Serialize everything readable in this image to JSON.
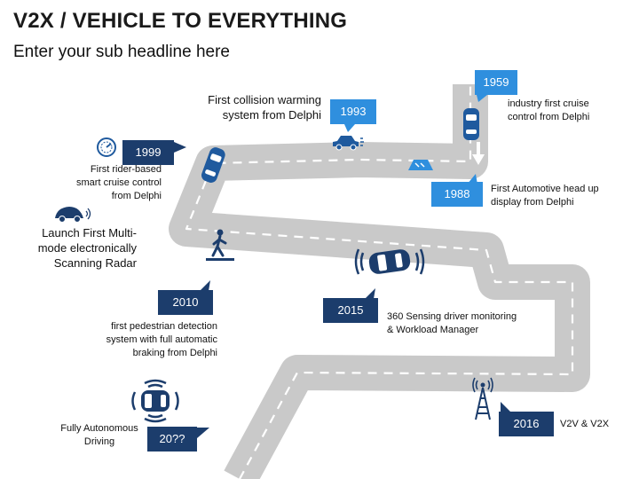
{
  "header": {
    "title": "V2X / VEHICLE TO EVERYTHING",
    "subtitle": "Enter your sub headline here"
  },
  "colors": {
    "road": "#c9c9c9",
    "dark_blue": "#1c3d6c",
    "light_blue": "#2f8fde",
    "icon_blue": "#1f5a9e"
  },
  "milestones": {
    "m1959": {
      "year": "1959",
      "caption": [
        "industry first cruise",
        "control from Delphi"
      ]
    },
    "m1993": {
      "year": "1993",
      "caption": [
        "First collision warming",
        "system from Delphi"
      ]
    },
    "m1999": {
      "year": "1999",
      "caption": [
        "First rider-based",
        "smart cruise control",
        "from Delphi"
      ]
    },
    "m1988": {
      "year": "1988",
      "caption": [
        "First Automotive head up",
        "display from Delphi"
      ]
    },
    "radar": {
      "caption": [
        "Launch First Multi-",
        "mode  electronically",
        "Scanning Radar"
      ]
    },
    "m2010": {
      "year": "2010",
      "caption": [
        "first pedestrian detection",
        "system  with full automatic",
        "braking from Delphi"
      ]
    },
    "m2015": {
      "year": "2015",
      "caption": [
        "360 Sensing driver monitoring",
        "& Workload Manager"
      ]
    },
    "m2016": {
      "year": "2016",
      "caption": [
        "V2V & V2X"
      ]
    },
    "m20xx": {
      "year": "20??",
      "caption": [
        "Fully Autonomous",
        "Driving"
      ]
    }
  },
  "icons": [
    "car-top-icon",
    "car-side-icon",
    "head-up-display-icon",
    "speedometer-icon",
    "beetle-car-icon",
    "pedestrian-icon",
    "sensing-car-icon",
    "radio-tower-icon",
    "autonomous-car-icon",
    "down-arrow-icon"
  ]
}
